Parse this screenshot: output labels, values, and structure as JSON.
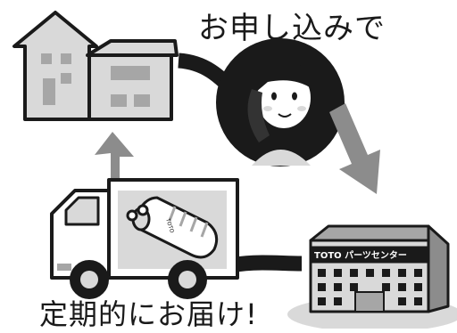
{
  "captions": {
    "top": "お申し込みで",
    "bottom": "定期的にお届け!"
  },
  "building": {
    "sign": "TOTO パーツセンター"
  },
  "cartridge": {
    "label": "TOTO"
  },
  "icons": [
    "house-icon",
    "operator-woman-icon",
    "parts-center-building-icon",
    "delivery-truck-icon",
    "filter-cartridge-icon",
    "arrow-up-icon",
    "arrow-down-icon"
  ],
  "colors": {
    "fill_light": "#d9d9d9",
    "fill_mid": "#a6a6a6",
    "fill_dark": "#333333",
    "ink": "#1a1a1a",
    "arrow": "#8c8c8c"
  }
}
